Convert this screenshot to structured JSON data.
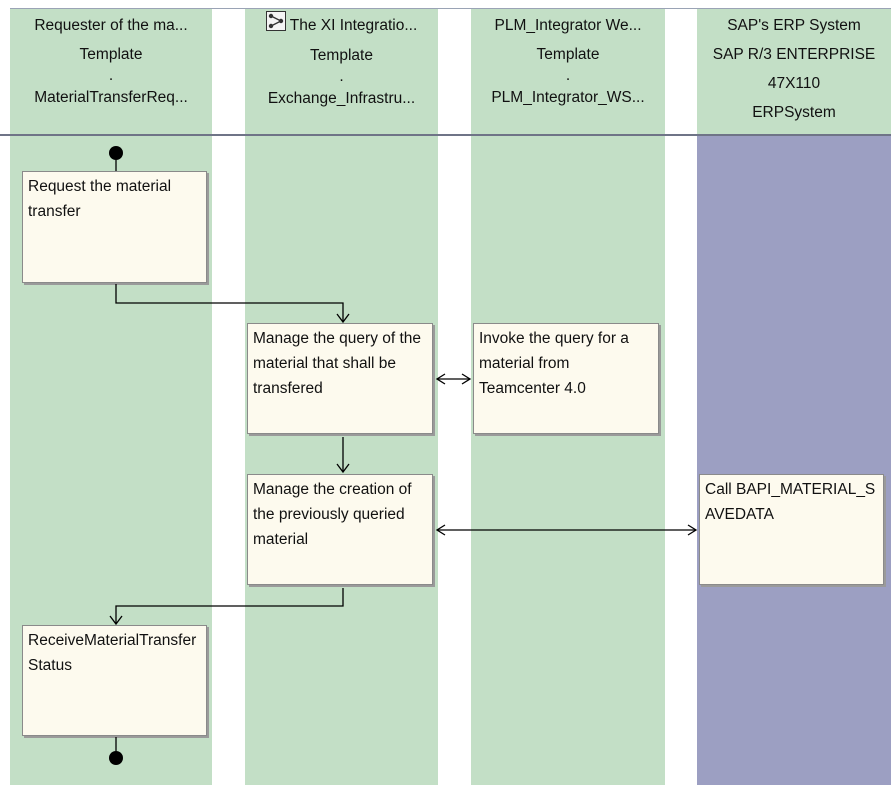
{
  "lanes": [
    {
      "l1": "Requester of the ma...",
      "l2": "Template",
      "l3": ".",
      "l4": "MaterialTransferReq..."
    },
    {
      "l1": "The XI Integratio...",
      "l2": "Template",
      "l3": ".",
      "l4": "Exchange_Infrastru...",
      "icon": "integration-process-icon"
    },
    {
      "l1": "PLM_Integrator  We...",
      "l2": "Template",
      "l3": ".",
      "l4": "PLM_Integrator_WS..."
    },
    {
      "l1": "SAP's ERP System",
      "l2": "SAP R/3 ENTERPRISE",
      "l3": "47X110",
      "l4": "ERPSystem"
    }
  ],
  "activities": {
    "request": "Request the material transfer",
    "manage_query": "Manage the query of the material that shall be transfered",
    "invoke_query": "Invoke the query for a material from Teamcenter 4.0",
    "manage_creation": "Manage the creation of the previously queried material",
    "call_bapi": "Call BAPI_MATERIAL_SAVEDATA",
    "receive_status": "ReceiveMaterialTransferStatus"
  },
  "colors": {
    "lane_green": "#c3dfc6",
    "lane_purple": "#9c9fc2",
    "box_fill": "#fdfaee"
  }
}
